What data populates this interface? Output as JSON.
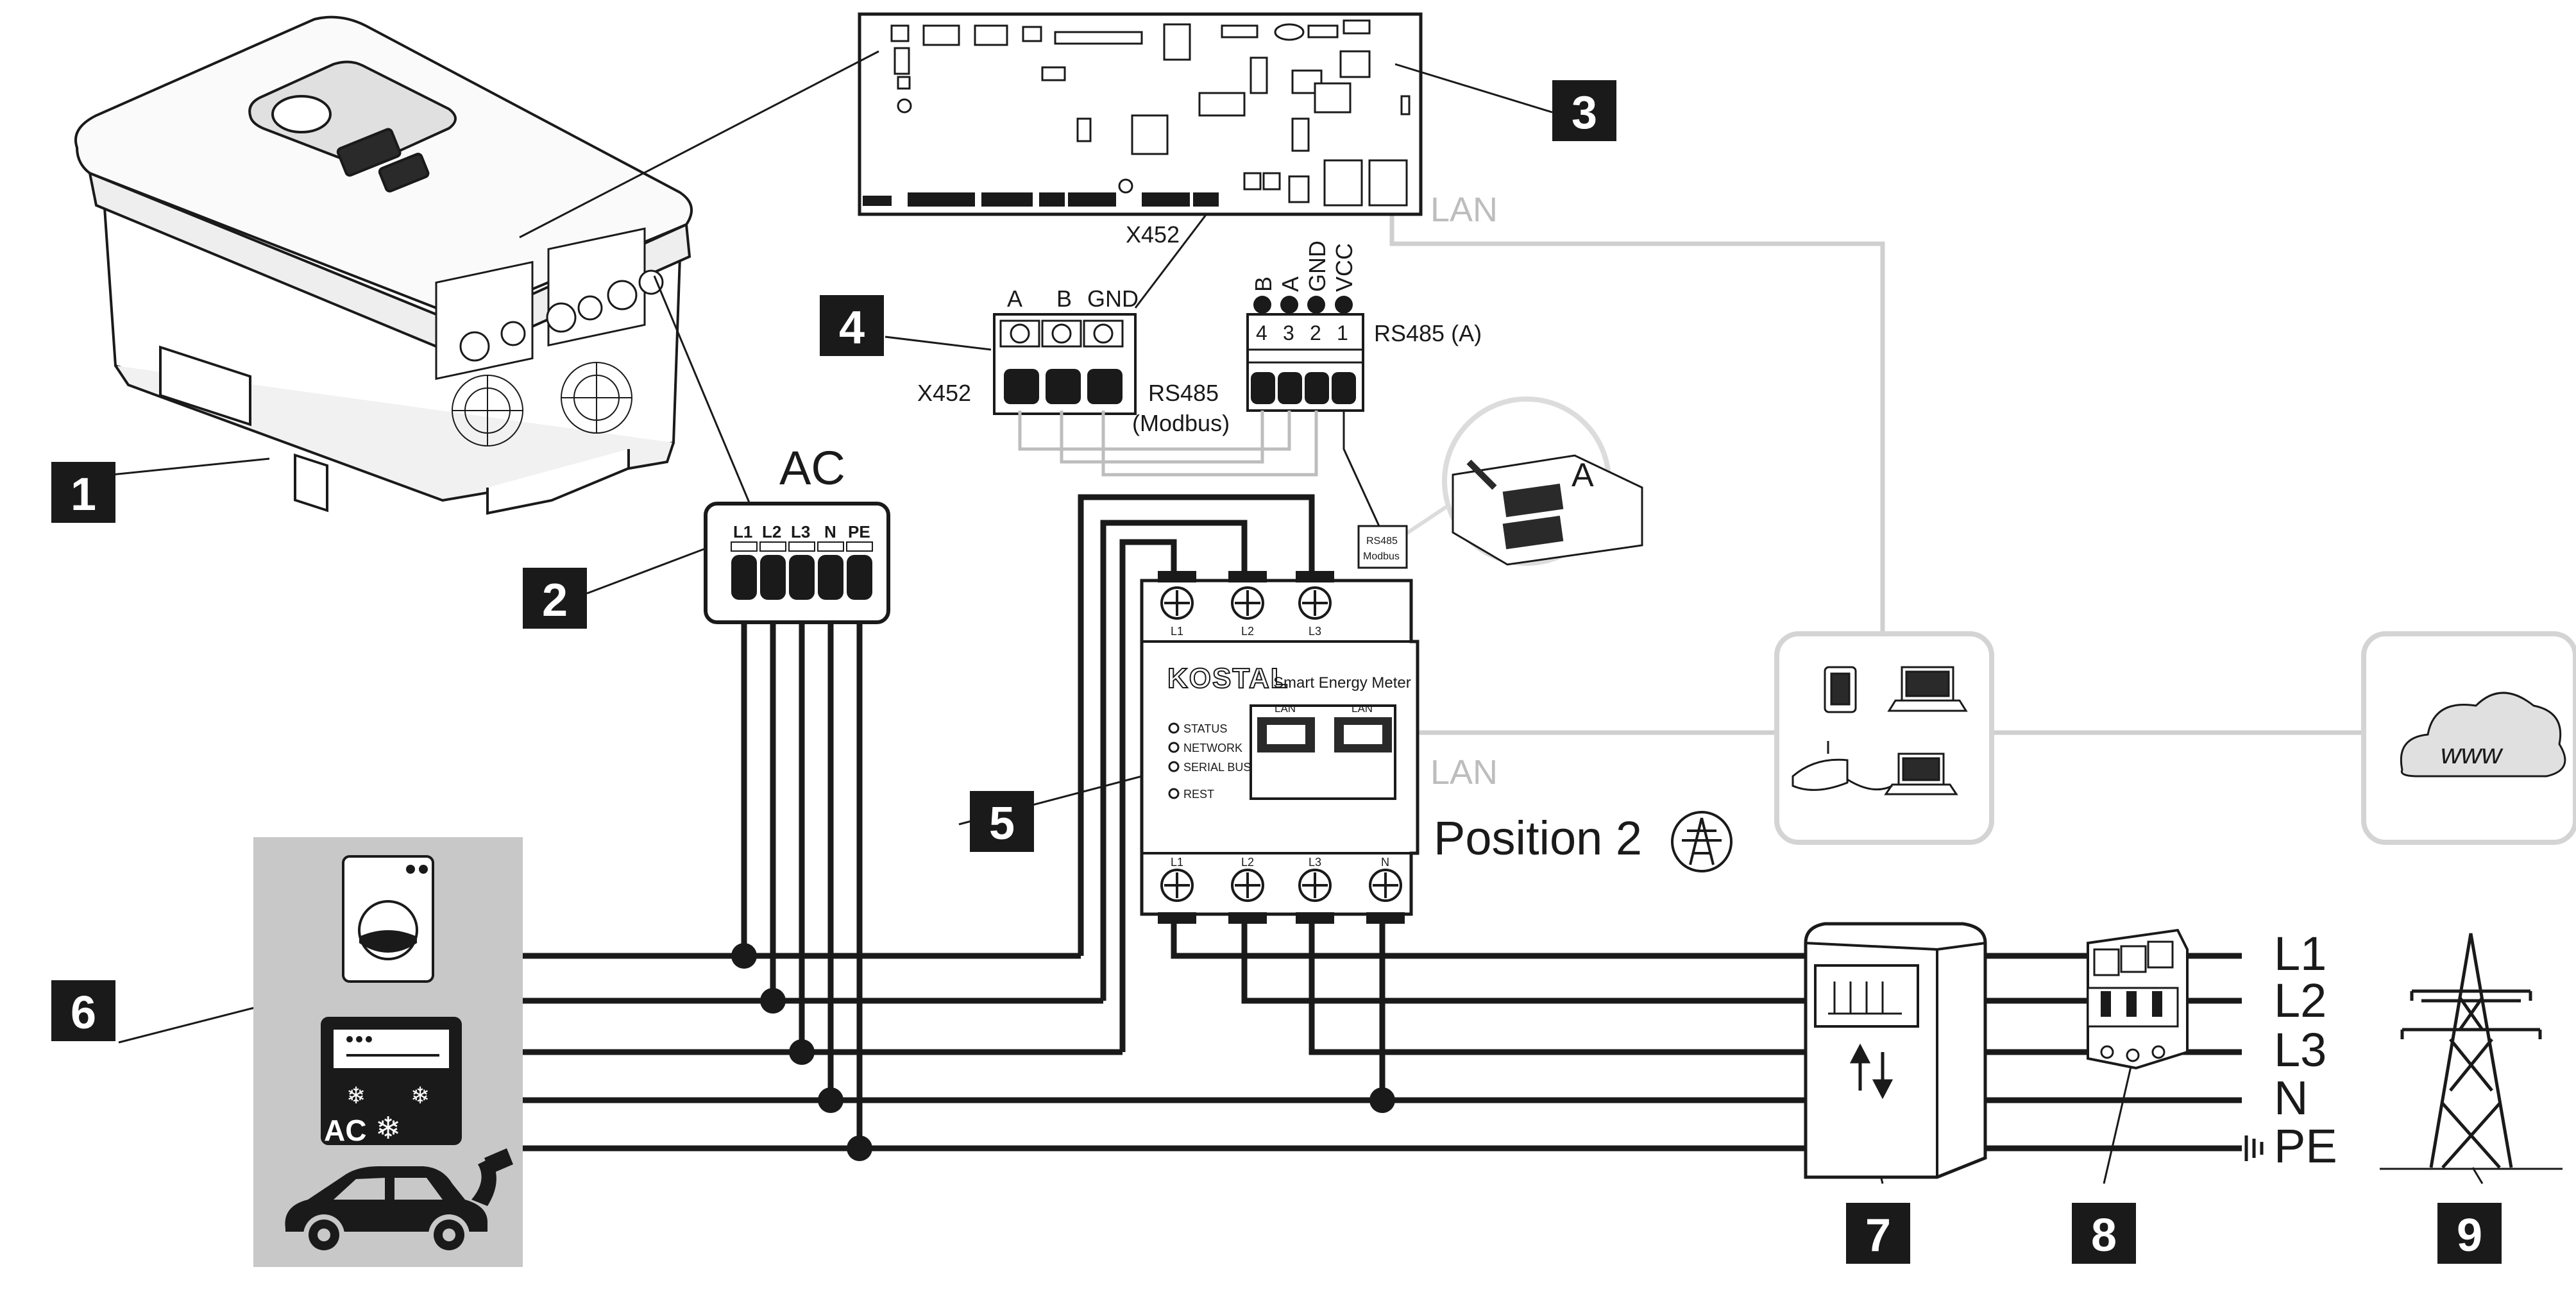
{
  "badges": [
    "1",
    "2",
    "3",
    "4",
    "5",
    "6",
    "7",
    "8",
    "9"
  ],
  "ac_box": {
    "title": "AC",
    "terminals": [
      "L1",
      "L2",
      "L3",
      "N",
      "PE"
    ]
  },
  "x452_connector": {
    "header": "X452",
    "label": "X452",
    "pins": [
      "A",
      "B",
      "GND"
    ],
    "protocol": "RS485",
    "protocol_sub": "(Modbus)"
  },
  "rs485_connector": {
    "pins": [
      "B",
      "A",
      "GND",
      "VCC"
    ],
    "numbers": [
      "4",
      "3",
      "2",
      "1"
    ],
    "label": "RS485 (A)"
  },
  "lan_label_top": "LAN",
  "lan_label_mid": "LAN",
  "meter": {
    "brand": "KOSTAL",
    "product": "Smart Energy Meter",
    "top_terminals": [
      "L1",
      "L2",
      "L3"
    ],
    "bottom_terminals": [
      "L1",
      "L2",
      "L3",
      "N"
    ],
    "lan_ports": [
      "LAN",
      "LAN"
    ],
    "status_leds": [
      "STATUS",
      "NETWORK",
      "SERIAL BUS",
      "REST"
    ],
    "rs485_tag": [
      "RS485",
      "Modbus"
    ],
    "position_label": "Position 2"
  },
  "zoom_label": "A",
  "www_label": "www",
  "consumer_ac_label": "AC",
  "grid_lines": [
    "L1",
    "L2",
    "L3",
    "N",
    "PE"
  ]
}
